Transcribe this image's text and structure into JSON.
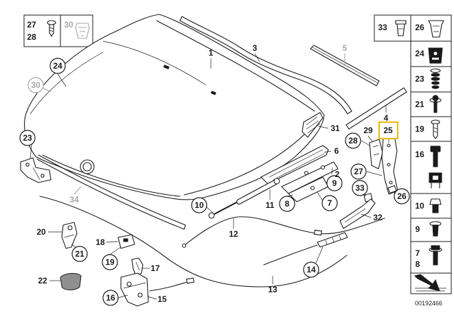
{
  "colors": {
    "ink": "#1a1a1a",
    "muted": "#a6a6a6",
    "highlight": "#e9bd1a",
    "background": "#ffffff"
  },
  "inset_box": {
    "item_a": "27",
    "item_b": "28",
    "item_c": "30"
  },
  "diagram_callouts": {
    "c1": "1",
    "c2": "2",
    "c3": "3",
    "c4": "4",
    "c5": "5",
    "c6": "6",
    "c7": "7",
    "c8": "8",
    "c9": "9",
    "c10": "10",
    "c11": "11",
    "c12": "12",
    "c13": "13",
    "c14": "14",
    "c15": "15",
    "c16": "16",
    "c17": "17",
    "c18": "18",
    "c19": "19",
    "c20": "20",
    "c21": "21",
    "c22": "22",
    "c23": "23",
    "c24": "24",
    "c25": "25",
    "c26": "26",
    "c27": "27",
    "c28": "28",
    "c29": "29",
    "c30": "30",
    "c31": "31",
    "c32": "32",
    "c33": "33",
    "c34": "34"
  },
  "fastener_panel": {
    "r1a": "33",
    "r1b": "26",
    "r2": "24",
    "r3": "23",
    "r4": "21",
    "r5": "19",
    "r6": "16",
    "r7": "10",
    "r8": "9",
    "r9a": "7",
    "r9b": "8"
  },
  "drawing_number": "00192466"
}
